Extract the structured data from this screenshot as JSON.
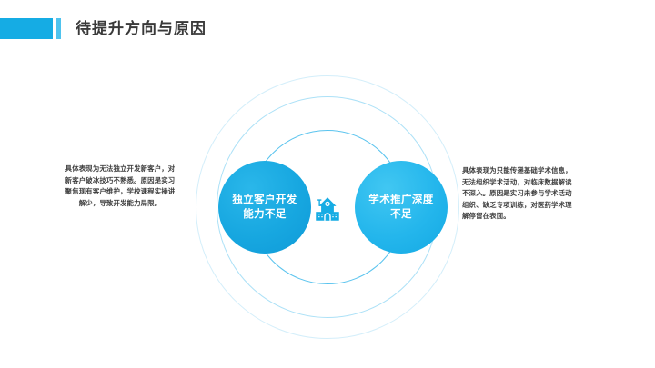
{
  "slide": {
    "title": "待提升方向与原因",
    "accent_color": "#15ace4",
    "accent_light_color": "#4fc3ee"
  },
  "center": {
    "icon": "school-building-icon"
  },
  "bubbles": [
    {
      "name": "independent-client-development",
      "line1": "独立客户开发",
      "line2": "能力不足"
    },
    {
      "name": "academic-promotion-depth",
      "line1": "学术推广深度",
      "line2": "不足"
    }
  ],
  "descriptions": {
    "left": {
      "lines": [
        "具体表现为无法独立开发新客户，对",
        "新客户破冰技巧不熟悉。原因是实习",
        "聚焦现有客户维护，学校课程实操讲",
        "解少，导致开发能力局限。"
      ]
    },
    "right": {
      "lines": [
        "具体表现为只能传递基础学术信息，",
        "无法组织学术活动，对临床数据解读",
        "不深入。原因是实习未参与学术活动",
        "组织、缺乏专项训练，对医药学术理",
        "解停留在表面。"
      ]
    }
  }
}
